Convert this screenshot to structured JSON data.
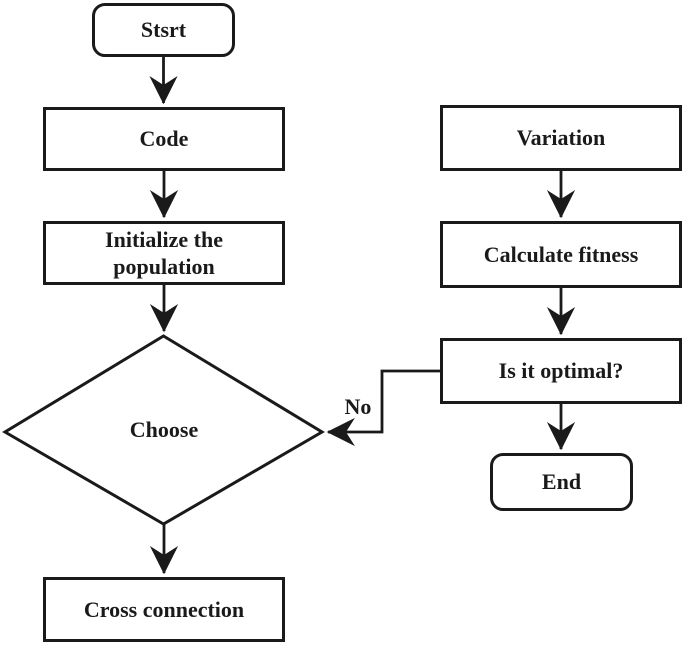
{
  "page": {
    "background_color": "#ffffff",
    "ink_color": "#1a1a1a"
  },
  "flowchart": {
    "nodes": {
      "start": {
        "label": "Stsrt",
        "shape": "rounded-rect"
      },
      "code": {
        "label": "Code",
        "shape": "rect"
      },
      "init": {
        "label": "Initialize the population",
        "shape": "rect"
      },
      "choose": {
        "label": "Choose",
        "shape": "diamond"
      },
      "cross": {
        "label": "Cross connection",
        "shape": "rect"
      },
      "variation": {
        "label": "Variation",
        "shape": "rect"
      },
      "calc": {
        "label": "Calculate fitness",
        "shape": "rect"
      },
      "optimal": {
        "label": "Is it optimal?",
        "shape": "rect"
      },
      "end": {
        "label": "End",
        "shape": "rounded-rect"
      }
    },
    "edges": [
      {
        "from": "start",
        "to": "code",
        "label": ""
      },
      {
        "from": "code",
        "to": "init",
        "label": ""
      },
      {
        "from": "init",
        "to": "choose",
        "label": ""
      },
      {
        "from": "choose",
        "to": "cross",
        "label": ""
      },
      {
        "from": "variation",
        "to": "calc",
        "label": ""
      },
      {
        "from": "calc",
        "to": "optimal",
        "label": ""
      },
      {
        "from": "optimal",
        "to": "end",
        "label": ""
      },
      {
        "from": "optimal",
        "to": "choose",
        "label": "No"
      }
    ]
  }
}
